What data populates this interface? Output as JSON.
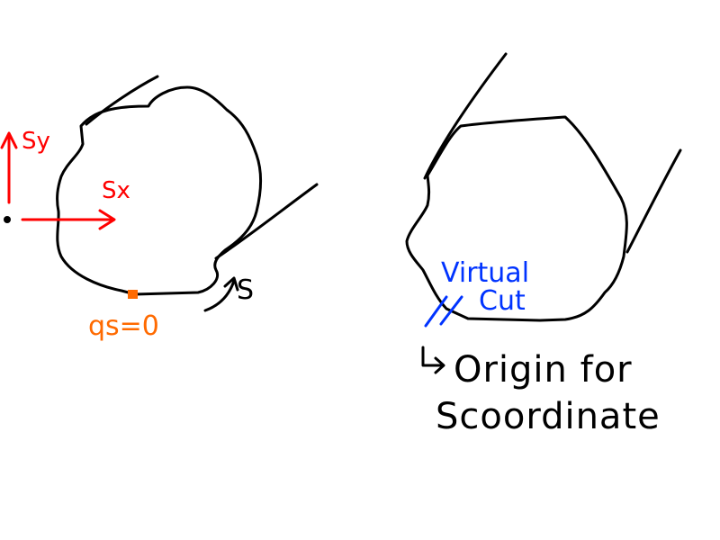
{
  "left_figure": {
    "sy_label": "Sy",
    "sx_label": "Sx",
    "qs_label": "qs=0",
    "s_label": "S"
  },
  "right_figure": {
    "virtual_label": "Virtual",
    "cut_label": "Cut",
    "origin_line1": "Origin for",
    "origin_line2": "Scoordinate"
  },
  "colors": {
    "outline": "#000000",
    "axes": "#ff0000",
    "origin_point": "#ff6a00",
    "virtual_cut": "#0033ff"
  }
}
